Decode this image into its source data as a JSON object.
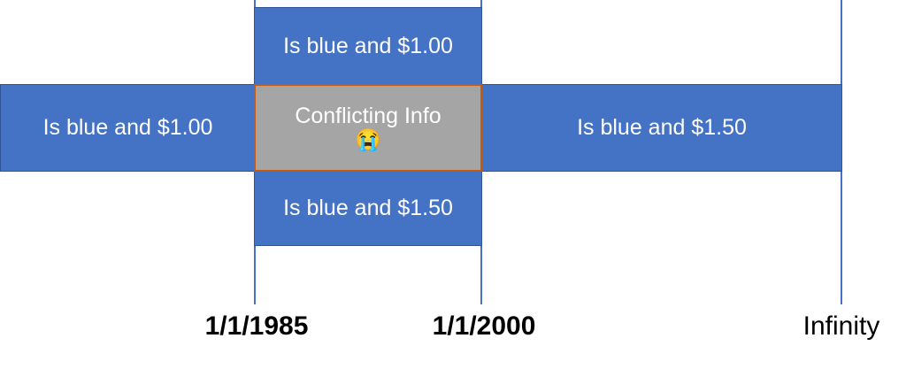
{
  "diagram": {
    "type": "timeline-overlap-diagram",
    "colors": {
      "bar_fill": "#4472C4",
      "bar_border": "#2F5597",
      "conflict_fill": "#A5A5A5",
      "conflict_border": "#C55A11",
      "text_on_bar": "#FFFFFF",
      "axis_label": "#000000"
    },
    "bars": {
      "left": "Is blue and $1.00",
      "right": "Is blue and $1.50",
      "top": "Is blue and $1.00",
      "bottom": "Is blue and $1.50"
    },
    "conflict": {
      "label": "Conflicting Info",
      "emoji": "😭",
      "emoji_name": "loudly-crying-face"
    },
    "axis": {
      "ticks": [
        {
          "label": "1/1/1985",
          "bold": true
        },
        {
          "label": "1/1/2000",
          "bold": true
        },
        {
          "label": "Infinity",
          "bold": false
        }
      ]
    }
  }
}
